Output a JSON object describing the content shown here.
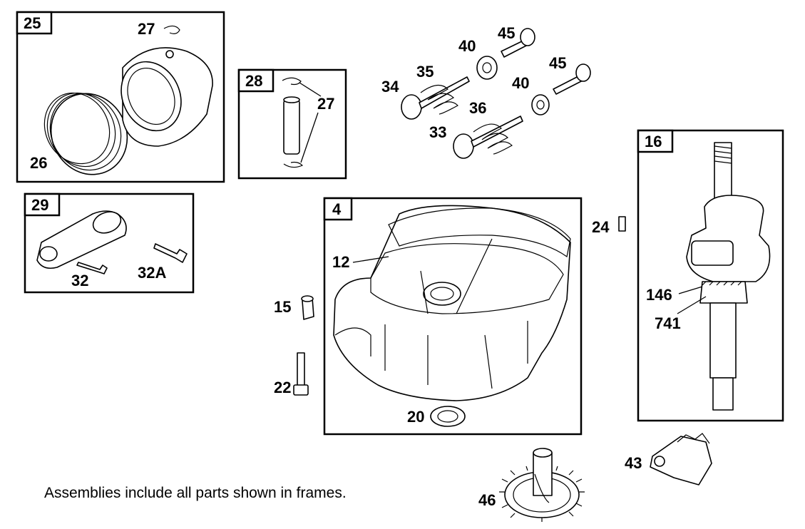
{
  "frames": {
    "f25": "25",
    "f28": "28",
    "f29": "29",
    "f4": "4",
    "f16": "16"
  },
  "labels": {
    "l27a": "27",
    "l26": "26",
    "l27b": "27",
    "l32": "32",
    "l32a": "32A",
    "l34": "34",
    "l35": "35",
    "l40a": "40",
    "l45a": "45",
    "l40b": "40",
    "l45b": "45",
    "l36": "36",
    "l33": "33",
    "l12": "12",
    "l15": "15",
    "l22": "22",
    "l20": "20",
    "l24": "24",
    "l146": "146",
    "l741": "741",
    "l43": "43",
    "l46": "46"
  },
  "note": "Assemblies include all parts shown in frames."
}
